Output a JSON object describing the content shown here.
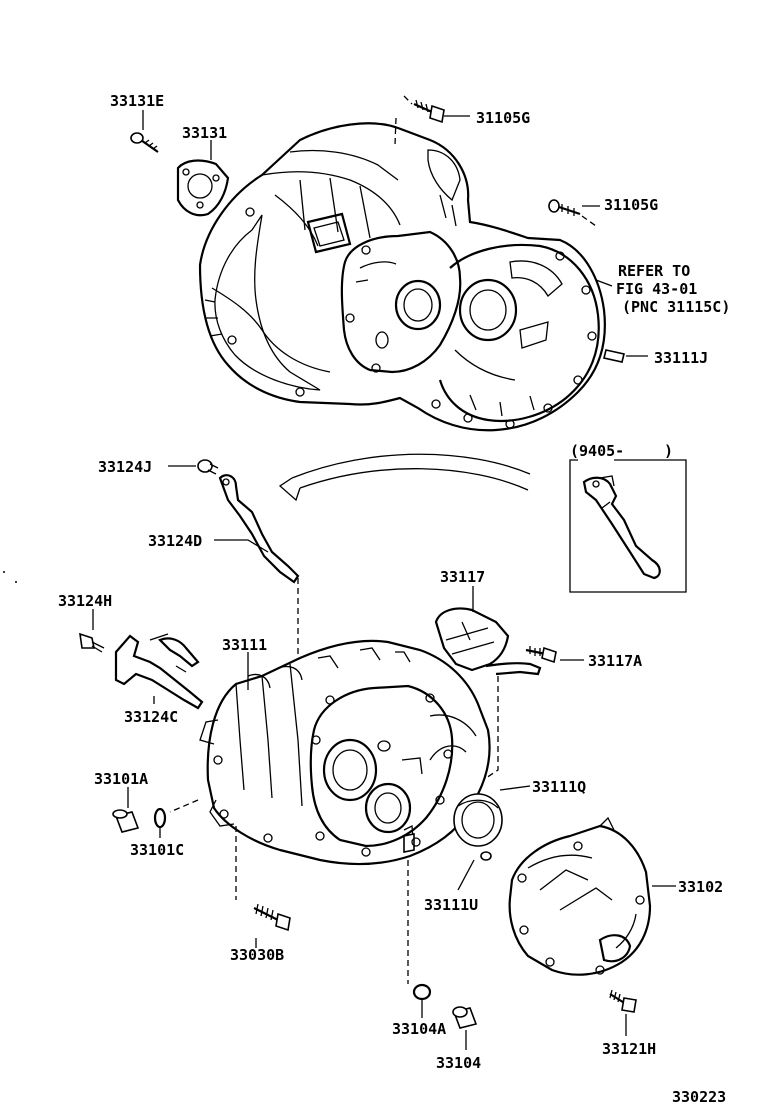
{
  "diagram": {
    "figure_number": "330223",
    "date_range_label": "(9405-",
    "date_range_close": ")",
    "reference_note": [
      "REFER TO",
      "FIG 43-01",
      "(PNC 31115C)"
    ],
    "part_labels": {
      "p33131E": "33131E",
      "p33131": "33131",
      "p31105G_top": "31105G",
      "p31105G_mid": "31105G",
      "p33111J": "33111J",
      "p33124J": "33124J",
      "p33124D": "33124D",
      "p33117": "33117",
      "p33124H": "33124H",
      "p33111": "33111",
      "p33117A": "33117A",
      "p33124C": "33124C",
      "p33101A": "33101A",
      "p33111Q": "33111Q",
      "p33101C": "33101C",
      "p33111U": "33111U",
      "p33102": "33102",
      "p33030B": "33030B",
      "p33104A": "33104A",
      "p33121H": "33121H",
      "p33104": "33104"
    }
  }
}
